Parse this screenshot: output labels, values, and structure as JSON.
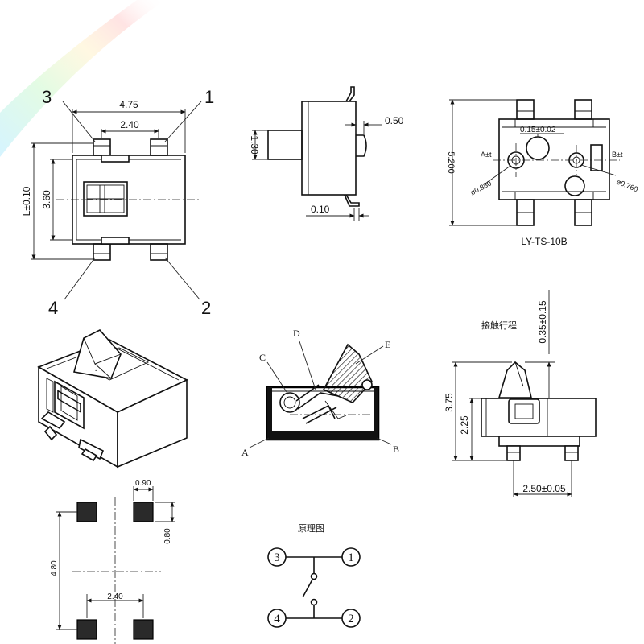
{
  "top_view": {
    "width": "4.75",
    "pad_pitch": "2.40",
    "body_height": "3.60",
    "overall_length": "L±0.10",
    "pin_1": "1",
    "pin_2": "2",
    "pin_3": "3",
    "pin_4": "4"
  },
  "side_view": {
    "actuator_height": "1.30",
    "actuator_tip": "0.50",
    "terminal_thickness": "0.10"
  },
  "bottom_view": {
    "height": "5.200",
    "post_offset": "0.15±0.02",
    "label_a": "A±t",
    "label_b": "B±t",
    "hole_a": "ø0.880",
    "hole_b": "ø0.760",
    "model": "LY-TS-10B"
  },
  "section_view": {
    "label_a": "A",
    "label_b": "B",
    "label_c": "C",
    "label_d": "D",
    "label_e": "E"
  },
  "end_view": {
    "stroke_title": "接触行程",
    "stroke": "0.35±0.15",
    "total_height": "3.75",
    "body_height": "2.25",
    "post_pitch": "2.50±0.05"
  },
  "footprint": {
    "pad_width": "0.90",
    "pad_height": "0.80",
    "vertical_pitch": "4.80",
    "horizontal_pitch": "2.40"
  },
  "schematic": {
    "title": "原理图",
    "node_1": "1",
    "node_2": "2",
    "node_3": "3",
    "node_4": "4"
  },
  "colors": {
    "line": "#111111",
    "background": "#ffffff"
  }
}
